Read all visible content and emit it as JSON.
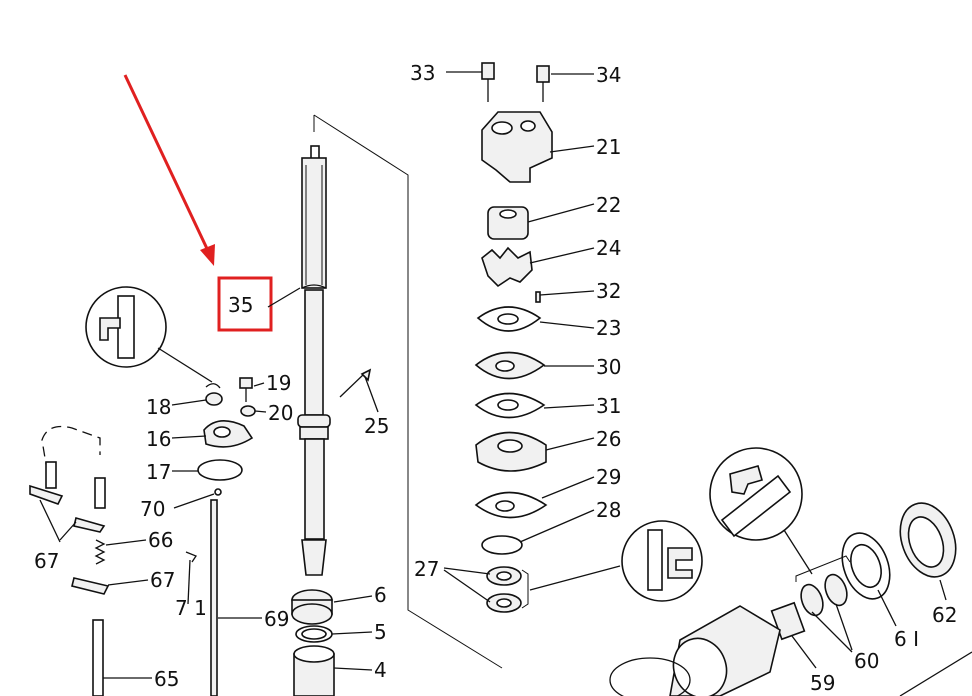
{
  "diagram": {
    "highlight_label": "35",
    "highlight_color": "#e02020",
    "labels": {
      "p33": "33",
      "p34": "34",
      "p21": "21",
      "p22": "22",
      "p24": "24",
      "p32": "32",
      "p23": "23",
      "p30": "30",
      "p31": "31",
      "p26": "26",
      "p29": "29",
      "p28": "28",
      "p27": "27",
      "p19": "19",
      "p18": "18",
      "p20": "20",
      "p16": "16",
      "p17": "17",
      "p25": "25",
      "p70": "70",
      "p66": "66",
      "p67a": "67",
      "p67b": "67",
      "p71": "7 1",
      "p69": "69",
      "p65": "65",
      "p6": "6",
      "p5": "5",
      "p4": "4",
      "p62": "62",
      "p61": "6 I",
      "p60": "60",
      "p59": "59"
    }
  }
}
